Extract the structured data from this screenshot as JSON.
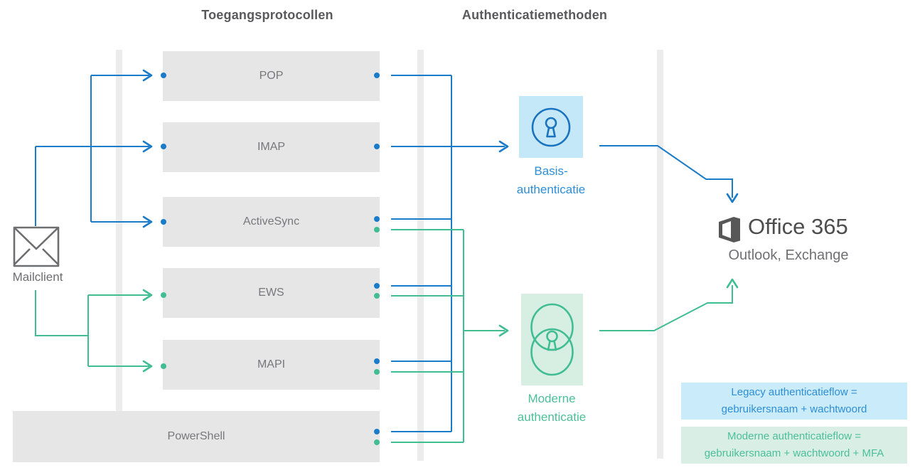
{
  "headers": {
    "protocols": "Toegangsprotocollen",
    "auth_methods": "Authenticatiemethoden"
  },
  "mailclient": {
    "label": "Mailclient",
    "icon": "mail-icon"
  },
  "protocols": {
    "items": [
      {
        "label": "POP"
      },
      {
        "label": "IMAP"
      },
      {
        "label": "ActiveSync"
      },
      {
        "label": "EWS"
      },
      {
        "label": "MAPI"
      },
      {
        "label": "PowerShell"
      }
    ]
  },
  "auth": {
    "basic": {
      "line1": "Basis-",
      "line2": "authenticatie",
      "icon": "lock-keyhole-icon"
    },
    "modern": {
      "line1": "Moderne",
      "line2": "authenticatie",
      "icon": "double-lock-keyhole-icon"
    }
  },
  "office365": {
    "title": "Office 365",
    "subtitle": "Outlook, Exchange",
    "icon": "office-365-logo-icon"
  },
  "legend": {
    "legacy": {
      "line1": "Legacy authenticatieflow =",
      "line2": "gebruikersnaam + wachtwoord"
    },
    "modern": {
      "line1": "Moderne authenticatieflow =",
      "line2": "gebruikersnaam + wachtwoord + MFA"
    }
  },
  "colors": {
    "blue_line": "#1a7cc9",
    "green_line": "#41bd92",
    "blue_text": "#2e8ed6",
    "green_text": "#4cbf99",
    "basic_box_bg": "#c5e8f8",
    "modern_box_bg": "#d7efe3",
    "legend_legacy_bg": "#c9ebfa",
    "legend_modern_bg": "#d9efe5",
    "protocol_box_bg": "#e6e6e7",
    "divider_gray": "#ececec",
    "office_logo_gray": "#575757"
  }
}
